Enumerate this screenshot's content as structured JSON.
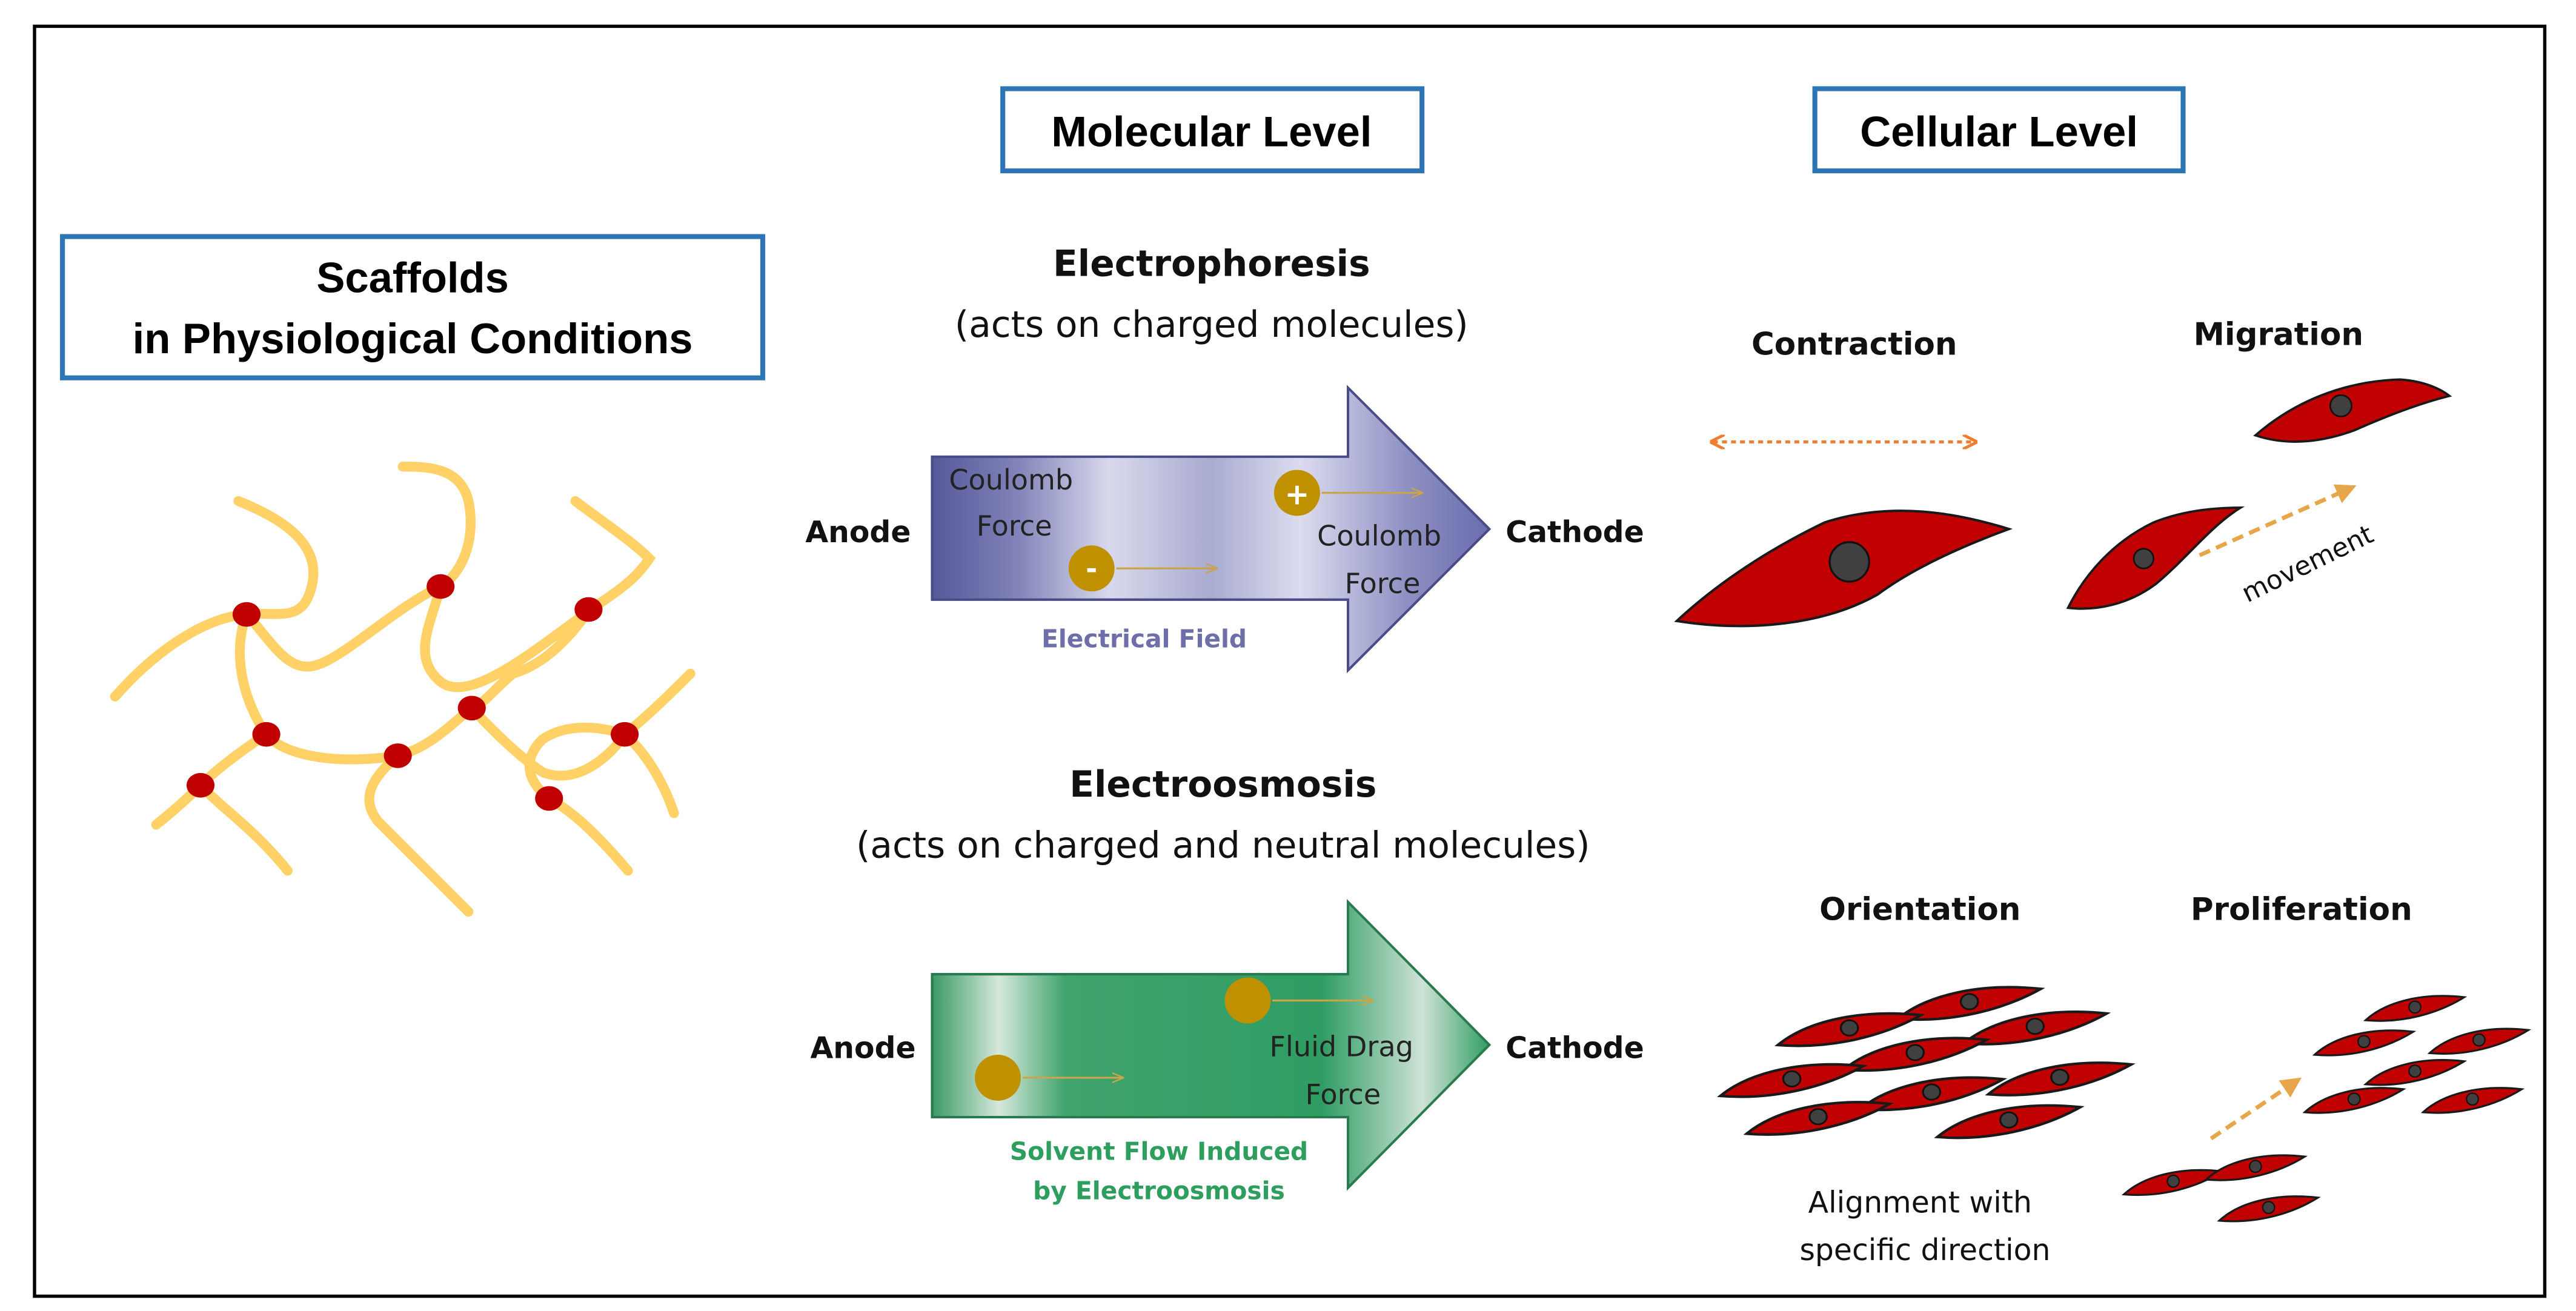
{
  "headers": {
    "scaffolds_line1": "Scaffolds",
    "scaffolds_line2": "in Physiological Conditions",
    "molecular": "Molecular Level",
    "cellular": "Cellular Level"
  },
  "electrophoresis": {
    "title": "Electrophoresis",
    "subtitle": "(acts on charged molecules)",
    "anode": "Anode",
    "cathode": "Cathode",
    "force_left_1": "Coulomb",
    "force_left_2": "Force",
    "force_right_1": "Coulomb",
    "force_right_2": "Force",
    "minus": "-",
    "plus": "+",
    "field_label": "Electrical Field"
  },
  "electroosmosis": {
    "title": "Electroosmosis",
    "subtitle": "(acts on charged and neutral molecules)",
    "anode": "Anode",
    "cathode": "Cathode",
    "force_1": "Fluid Drag",
    "force_2": "Force",
    "flow_1": "Solvent Flow Induced",
    "flow_2": "by Electroosmosis"
  },
  "cellular": {
    "contraction": "Contraction",
    "migration": "Migration",
    "movement": "movement",
    "orientation": "Orientation",
    "proliferation": "Proliferation",
    "alignment_1": "Alignment with",
    "alignment_2": "specific direction"
  },
  "colors": {
    "frame": "#000000",
    "header_border": "#2E75B6",
    "fiber": "#FFD166",
    "crosslink": "#C00000",
    "cell": "#C00000",
    "nucleus": "#404040",
    "particle": "#BF9000",
    "field_label": "#6E6EA8",
    "flow_label": "#2E9E5E",
    "movement_arrow": "#E8A64A",
    "contraction_arrow": "#ED7D31"
  }
}
